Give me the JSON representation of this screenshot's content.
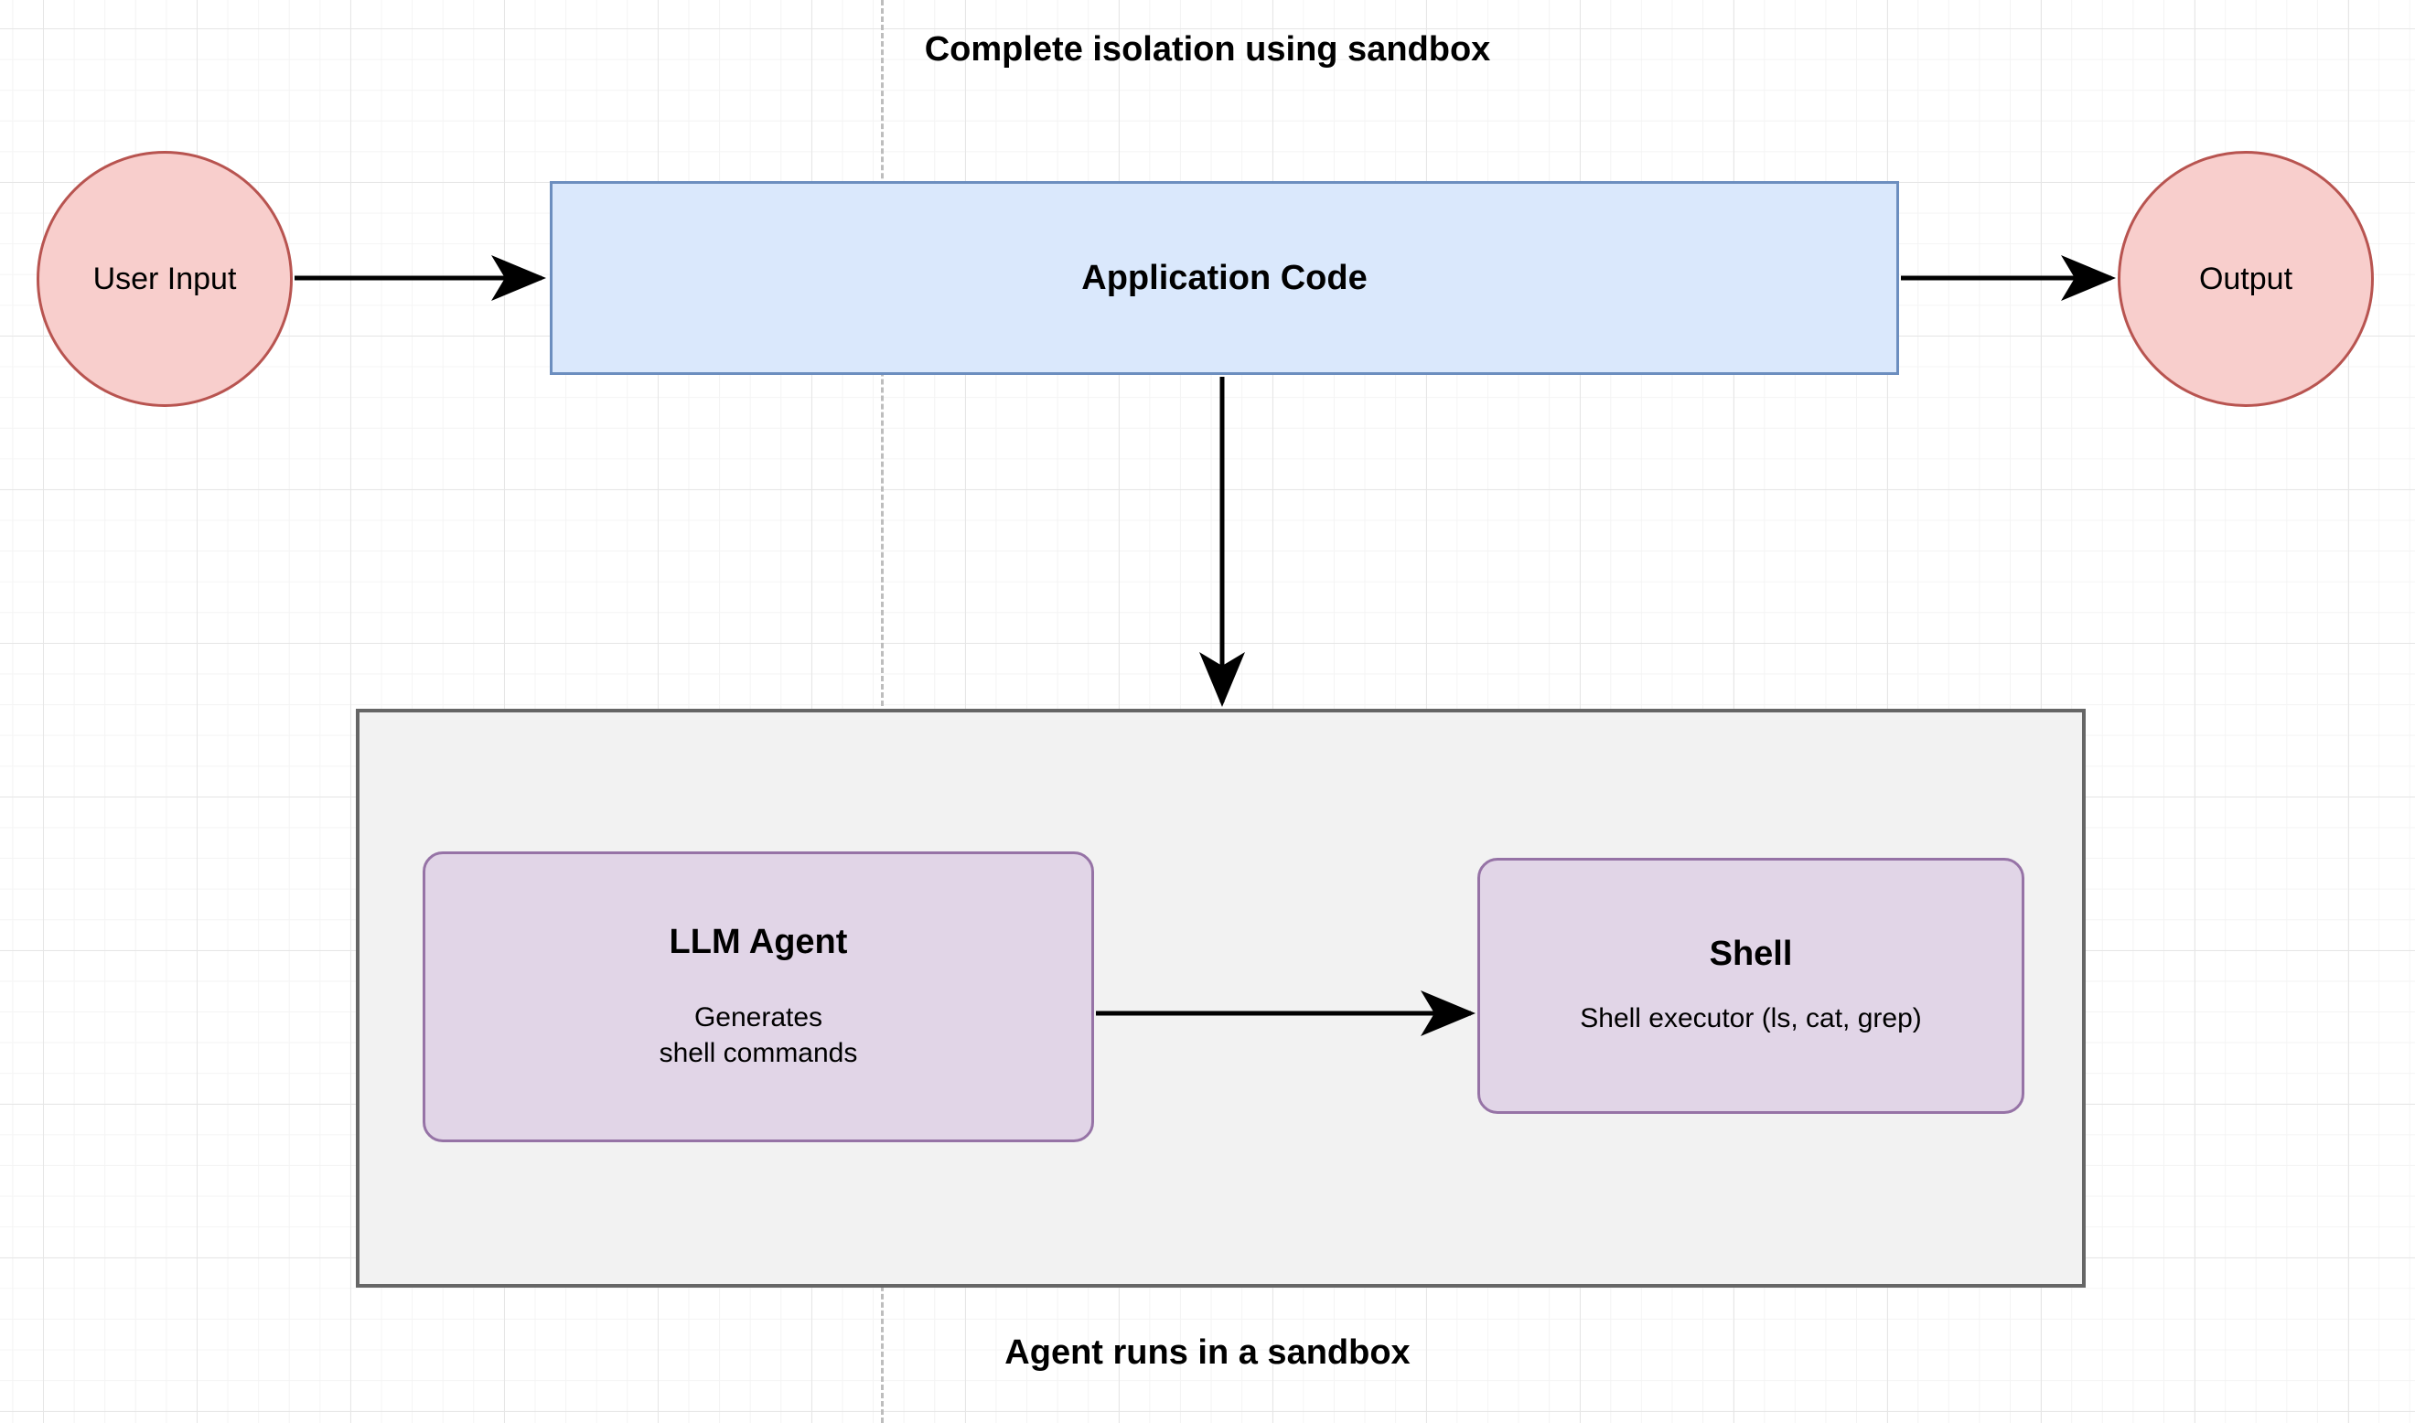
{
  "diagram": {
    "title_top": "Complete isolation using sandbox",
    "title_bottom": "Agent runs in a sandbox",
    "colors": {
      "circle_fill": "#f8cecc",
      "circle_stroke": "#b85450",
      "rect_fill": "#dae8fc",
      "rect_stroke": "#6c8ebf",
      "rounded_fill": "#e1d5e7",
      "rounded_stroke": "#9673a6",
      "container_fill": "#f2f2f2",
      "container_stroke": "#666666",
      "edge_stroke": "#000000",
      "grid_minor": "#f4f4f4",
      "grid_major": "#e6e6e6",
      "page_break": "#bdbdbd"
    },
    "nodes": {
      "user_input": {
        "label": "User Input",
        "shape": "ellipse"
      },
      "application_code": {
        "label": "Application Code",
        "shape": "rectangle"
      },
      "output": {
        "label": "Output",
        "shape": "ellipse"
      },
      "llm_agent": {
        "title": "LLM Agent",
        "subtitle": "Generates\nshell commands",
        "shape": "rounded-rectangle"
      },
      "shell": {
        "title": "Shell",
        "subtitle": "Shell executor (ls, cat, grep)",
        "shape": "rounded-rectangle"
      },
      "sandbox": {
        "label": "",
        "shape": "container"
      }
    },
    "edges": [
      {
        "from": "user_input",
        "to": "application_code",
        "direction": "right",
        "style": "solid-arrow"
      },
      {
        "from": "application_code",
        "to": "output",
        "direction": "right",
        "style": "solid-arrow"
      },
      {
        "from": "application_code",
        "to": "sandbox",
        "direction": "down",
        "style": "solid-arrow"
      },
      {
        "from": "llm_agent",
        "to": "shell",
        "direction": "right",
        "style": "solid-arrow"
      }
    ]
  }
}
